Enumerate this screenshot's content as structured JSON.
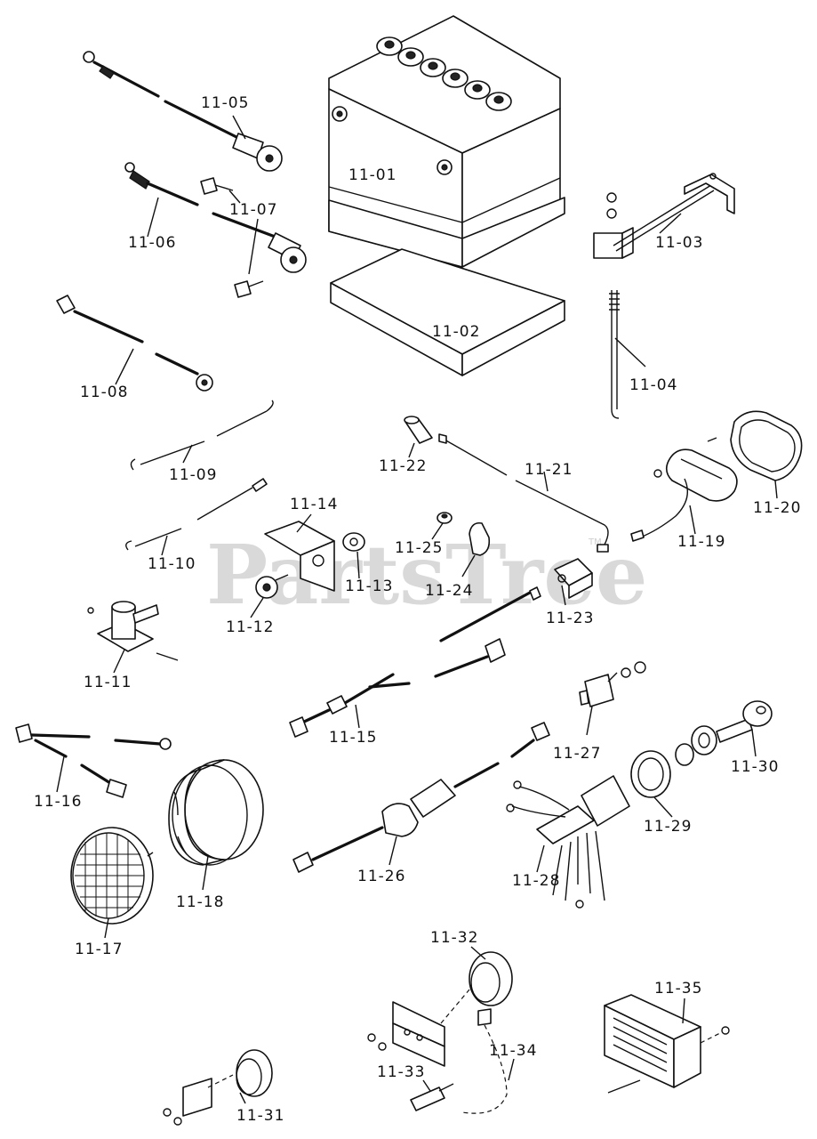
{
  "watermark": {
    "text": "PartsTree",
    "trademark": "TM"
  },
  "parts": [
    {
      "id": "p1101",
      "label": "11-01"
    },
    {
      "id": "p1102",
      "label": "11-02"
    },
    {
      "id": "p1103",
      "label": "11-03"
    },
    {
      "id": "p1104",
      "label": "11-04"
    },
    {
      "id": "p1105",
      "label": "11-05"
    },
    {
      "id": "p1106",
      "label": "11-06"
    },
    {
      "id": "p1107",
      "label": "11-07"
    },
    {
      "id": "p1108",
      "label": "11-08"
    },
    {
      "id": "p1109",
      "label": "11-09"
    },
    {
      "id": "p1110",
      "label": "11-10"
    },
    {
      "id": "p1111",
      "label": "11-11"
    },
    {
      "id": "p1112",
      "label": "11-12"
    },
    {
      "id": "p1113",
      "label": "11-13"
    },
    {
      "id": "p1114",
      "label": "11-14"
    },
    {
      "id": "p1115",
      "label": "11-15"
    },
    {
      "id": "p1116",
      "label": "11-16"
    },
    {
      "id": "p1117",
      "label": "11-17"
    },
    {
      "id": "p1118",
      "label": "11-18"
    },
    {
      "id": "p1119",
      "label": "11-19"
    },
    {
      "id": "p1120",
      "label": "11-20"
    },
    {
      "id": "p1121",
      "label": "11-21"
    },
    {
      "id": "p1122",
      "label": "11-22"
    },
    {
      "id": "p1123",
      "label": "11-23"
    },
    {
      "id": "p1124",
      "label": "11-24"
    },
    {
      "id": "p1125",
      "label": "11-25"
    },
    {
      "id": "p1126",
      "label": "11-26"
    },
    {
      "id": "p1127",
      "label": "11-27"
    },
    {
      "id": "p1128",
      "label": "11-28"
    },
    {
      "id": "p1129",
      "label": "11-29"
    },
    {
      "id": "p1130",
      "label": "11-30"
    },
    {
      "id": "p1131",
      "label": "11-31"
    },
    {
      "id": "p1132",
      "label": "11-32"
    },
    {
      "id": "p1133",
      "label": "11-33"
    },
    {
      "id": "p1134",
      "label": "11-34"
    },
    {
      "id": "p1135",
      "label": "11-35"
    }
  ]
}
